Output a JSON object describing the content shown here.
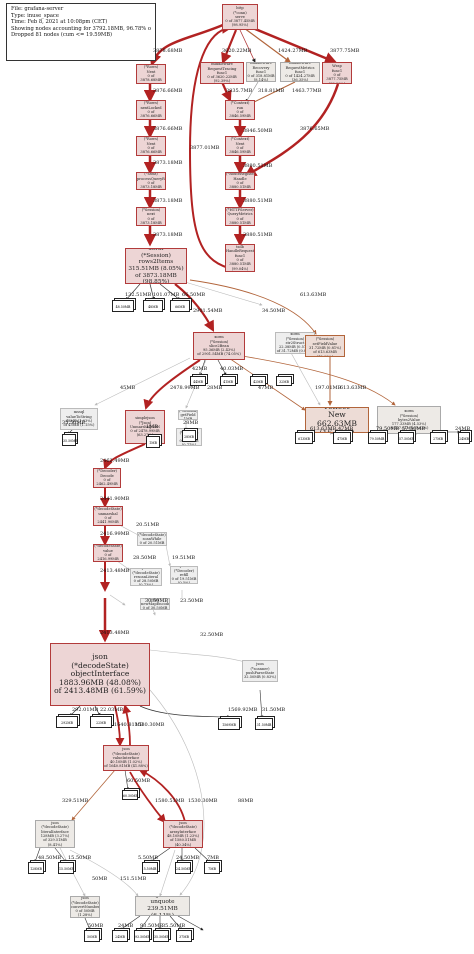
{
  "legend": {
    "file": "File: grafana-server",
    "type": "Type: inuse_space",
    "time": "Time: Feb 8, 2021 at 10:08pm (CET)",
    "showing": "Showing nodes accounting for 3792.18MB, 96.78% of 3918.33MB total",
    "dropped": "Dropped 81 nodes (cum <= 19.59MB)"
  },
  "nodes": {
    "runtime_main": [
      "http",
      "(*conn)",
      "serve",
      "0 of 3877.45MB (98.95%)"
    ],
    "n_left1": [
      "sql",
      "(*Rows)",
      "Next",
      "0 of 3878.68MB (98.99%)"
    ],
    "n_left2": [
      "sql",
      "(*Rows)",
      "nextLocked",
      "0 of 3876.66MB (98.94%)"
    ],
    "n_left3": [
      "mssql",
      "(*Rows)",
      "Next",
      "0 of 3876.66MB (98.93%)"
    ],
    "n_left4": [
      "mssql",
      "(*Stmt)",
      "processQueryResponse",
      "0 of 3873.18MB (98.85%)"
    ],
    "n_left5": [
      "tds",
      "(*Session)",
      "next",
      "0 of 3873.18MB (98.85%)"
    ],
    "n_left6": [
      "tds",
      "(*Session)",
      "rowsNext",
      "0 of 3873.18MB (98.85%)"
    ],
    "rows2items": [
      "xorm",
      "(*Session)",
      "rows2Items",
      "315.51MB (8.05%)",
      "of 3873.18MB (98.85%)"
    ],
    "top_a": [
      "middleware",
      "RequestTracing",
      "func1",
      "0 of 3620.22MB (92.39%)"
    ],
    "top_b": [
      "middleware",
      "Recovery",
      "func1",
      "0 of 318.81MB (8.14%)"
    ],
    "top_c": [
      "middleware",
      "RequestMetrics",
      "func1",
      "0 of 1424.27MB (36.35%)"
    ],
    "top_d": [
      "macaron",
      "Wrap",
      "func1",
      "0 of 3877.75MB (98.96%)"
    ],
    "mid1": [
      "macaron",
      "(*Context)",
      "run",
      "0 of 3846.59MB (98.17%)"
    ],
    "mid2": [
      "macaron",
      "(*Context)",
      "Next",
      "0 of 3846.59MB (98.17%)"
    ],
    "mid3": [
      "routing",
      "(*RouteRegister)",
      "Handle",
      "0 of 3880.51MB (99.04%)"
    ],
    "mid4": [
      "api",
      "(*HTTPServer)",
      "QueryMetrics",
      "0 of 3880.51MB (99.04%)"
    ],
    "mid5": [
      "tsdb",
      "HandleRequest",
      "func1",
      "0 of 3880.51MB (99.04%)"
    ],
    "slice2bean": [
      "xorm",
      "(*Session)",
      "slice2Bean",
      "95.36MB (2.43%)",
      "of 2901.54MB (74.05%)"
    ],
    "xorm_struct": [
      "xorm",
      "(*Session)",
      "str2Struct",
      "22.38MB (0.57%)",
      "of 31.72MB (0.81%)"
    ],
    "xorm_convert": [
      "xorm",
      "(*Session)",
      "setFieldValue",
      "31.72MB (0.81%)",
      "of 613.63MB (15.66%)"
    ],
    "mssql_value": [
      "mssql",
      "valueToString",
      "48MB (1.03%)",
      "of 45MB (1.15%)"
    ],
    "unmarshal": [
      "simplejson",
      "(*Json)",
      "UnmarshalJSON",
      "0 of 2478.99MB (63.27%)"
    ],
    "getfield": [
      "xorm",
      "(*Session)",
      "getField",
      "1MB (0.026%)"
    ],
    "reflect_new": [
      "reflect",
      "New",
      "662.63MB (16.91%)"
    ],
    "bytes2value": [
      "xorm",
      "(*Session)",
      "bytes2Value",
      "177.33MB (4.53%)",
      "of 197.01MB (5.03%)"
    ],
    "json_colvalue": [
      "json",
      "(*Column)",
      "ValueOf",
      "0 of 28MB (0.71%)"
    ],
    "decoder_decode": [
      "json",
      "(*Decoder)",
      "Decode",
      "0 of 2462.49MB (62.85%)"
    ],
    "decode_unmarshal": [
      "json",
      "(*decodeState)",
      "unmarshal",
      "0 of 2441.90MB (62.32%)"
    ],
    "decode_value": [
      "json",
      "(*decodeState)",
      "value",
      "0 of 2416.99MB (61.68%)"
    ],
    "decode_object": [
      "json",
      "(*decodeState)",
      "object",
      "0 of 2413.48MB (61.59%)"
    ],
    "grey1": [
      "json",
      "(*decodeState)",
      "scanWhile",
      "0 of 20.51MB (0.52%)"
    ],
    "grey2": [
      "json",
      "(*decodeState)",
      "rescanLiteral",
      "0 of 28.50MB (0.73%)"
    ],
    "grey3": [
      "json",
      "(*Decoder)",
      "refill",
      "0 of 19.51MB (0.5%)"
    ],
    "grey4": [
      "json",
      "newMapEncoder",
      "0 of 30.50MB"
    ],
    "object_iface": [
      "json",
      "(*decodeState)",
      "objectInterface",
      "1883.96MB (48.08%)",
      "of 2413.48MB (61.59%)"
    ],
    "json_push": [
      "json",
      "(*scanner)",
      "pushParseState",
      "32.50MB (0.83%)"
    ],
    "value_iface": [
      "json",
      "(*decodeState)",
      "valueInterface",
      "40.10MB (1.02%)",
      "of 1640.81MB (41.88%)"
    ],
    "literal_iface": [
      "json",
      "(*decodeState)",
      "literalInterface",
      "128MB (3.27%)",
      "of 329.51MB (8.41%)"
    ],
    "array_iface": [
      "json",
      "(*decodeState)",
      "arrayInterface",
      "48.10MB (1.23%)",
      "of 1580.51MB (40.34%)"
    ],
    "convert_number": [
      "json",
      "(*decodeState)",
      "convertNumber",
      "0 of 50MB (1.28%)"
    ],
    "unquote": [
      "json",
      "unquote",
      "239.51MB (6.11%)"
    ]
  },
  "edge_labels": {
    "e1": "3878.68MB",
    "e2": "3876.66MB",
    "e3": "3876.66MB",
    "e4": "3873.18MB",
    "e5": "3873.18MB",
    "e6": "3873.18MB",
    "e7": "3877.01MB",
    "e8": "3620.22MB",
    "e9": "1424.27MB",
    "e10": "3877.75MB",
    "e11": "3835.7MB",
    "e12": "318.81MB",
    "e13": "1463.77MB",
    "e14": "3846.50MB",
    "e15": "3880.51MB",
    "e16": "3876.65MB",
    "e17": "3880.51MB",
    "e18": "3880.51MB",
    "e19": "132.51MB",
    "e20": "101.07MB",
    "e21": "66.50MB",
    "e22": "2901.54MB",
    "e23": "34.50MB",
    "e24": "613.63MB",
    "e25": "42MB",
    "e26": "40.03MB",
    "e27": "45MB",
    "e28": "2478.99MB",
    "e29": "28MB",
    "e30": "47MB",
    "e31": "197.01MB",
    "e32": "613.63MB",
    "e33": "35.50MB",
    "e34": "1MB",
    "e35": "28MB",
    "e36": "613.63MB",
    "e37": "47MB",
    "e38": "79.50MB",
    "e39": "57.50MB",
    "e40": "24MB",
    "e41": "2462.49MB",
    "e42": "2441.90MB",
    "e43": "20.51MB",
    "e44": "2416.99MB",
    "e45": "28.50MB",
    "e46": "19.51MB",
    "e47": "2413.48MB",
    "e48": "30.50MB",
    "e49": "23.50MB",
    "e50": "2413.48MB",
    "e51": "32.50MB",
    "e52": "292.01MB",
    "e53": "22.03MB",
    "e54": "1640.81MB",
    "e55": "1530.30MB",
    "e56": "1569.92MB",
    "e57": "31.50MB",
    "e58": "60.50MB",
    "e59": "329.51MB",
    "e60": "1580.51MB",
    "e61": "1530.30MB",
    "e62": "88MB",
    "e63": "48.50MB",
    "e64": "15.50MB",
    "e65": "5.50MB",
    "e66": "24.50MB",
    "e67": "7MB",
    "e68": "50MB",
    "e69": "151.51MB",
    "e70": "50MB",
    "e71": "24MB",
    "e72": "93.50MB",
    "e73": "35.50MB"
  },
  "leaves": {
    "l1": "48.50MB",
    "l2": "48MB",
    "l3": "66MB",
    "l4": "44MB",
    "l5": "41MB",
    "l6": "42MB",
    "l7": "32MB",
    "l8": "35.50MB",
    "l9": "1MB",
    "l10": "28MB",
    "l11": "613MB",
    "l12": "47MB",
    "l13": "79.50MB",
    "l14": "57.50MB",
    "l15": "27MB",
    "l16": "24MB",
    "l17": "292MB",
    "l18": "22MB",
    "l19": "1569MB",
    "l20": "31.50MB",
    "l21": "60.50MB",
    "l22": "128MB",
    "l23": "15.50MB",
    "l24": "5.50MB",
    "l25": "24.50MB",
    "l26": "7MB",
    "l27": "50MB",
    "l28": "24MB",
    "l29": "93.50MB",
    "l30": "35.50MB",
    "l31": "37MB"
  },
  "colors": {
    "hot": "#b22222",
    "warm": "#b2653b",
    "cool": "#bbbbbb"
  }
}
